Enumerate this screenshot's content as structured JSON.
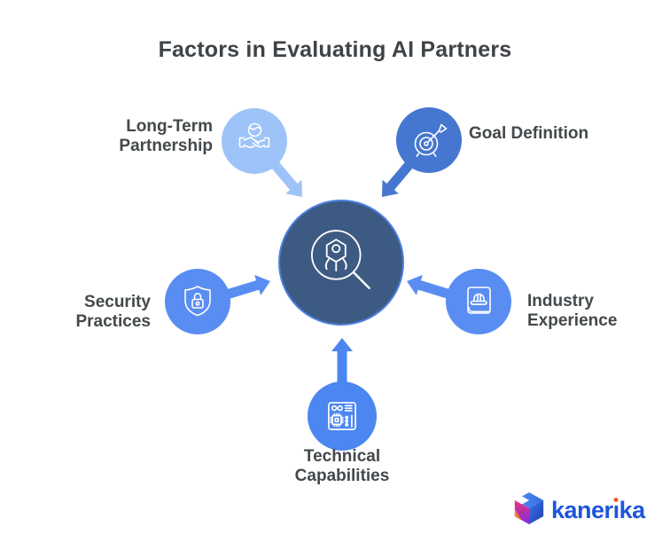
{
  "title": "Factors in Evaluating AI Partners",
  "center": {
    "icon": "ai-search-icon",
    "fill": "#3d5a82",
    "border": "#4b7fdf"
  },
  "factors": [
    {
      "label": "Long-Term Partnership",
      "icon": "handshake-globe-icon",
      "color": "#9ec3f8"
    },
    {
      "label": "Goal Definition",
      "icon": "target-dart-icon",
      "color": "#4677d0"
    },
    {
      "label": "Security Practices",
      "icon": "shield-lock-icon",
      "color": "#5a8df2"
    },
    {
      "label": "Industry Experience",
      "icon": "book-hardhat-icon",
      "color": "#5a8df2"
    },
    {
      "label": "Technical Capabilities",
      "icon": "circuit-board-icon",
      "color": "#4c86f0"
    }
  ],
  "colors": {
    "background": "#ffffff",
    "title_text": "#3e4347",
    "label_text": "#43484b"
  },
  "logo": {
    "brand": "kanerika",
    "part_before_i": "kaner",
    "part_i": "ı",
    "part_after_i": "ka",
    "text_color": "#1e56d9",
    "dot_color": "#f15a29"
  }
}
